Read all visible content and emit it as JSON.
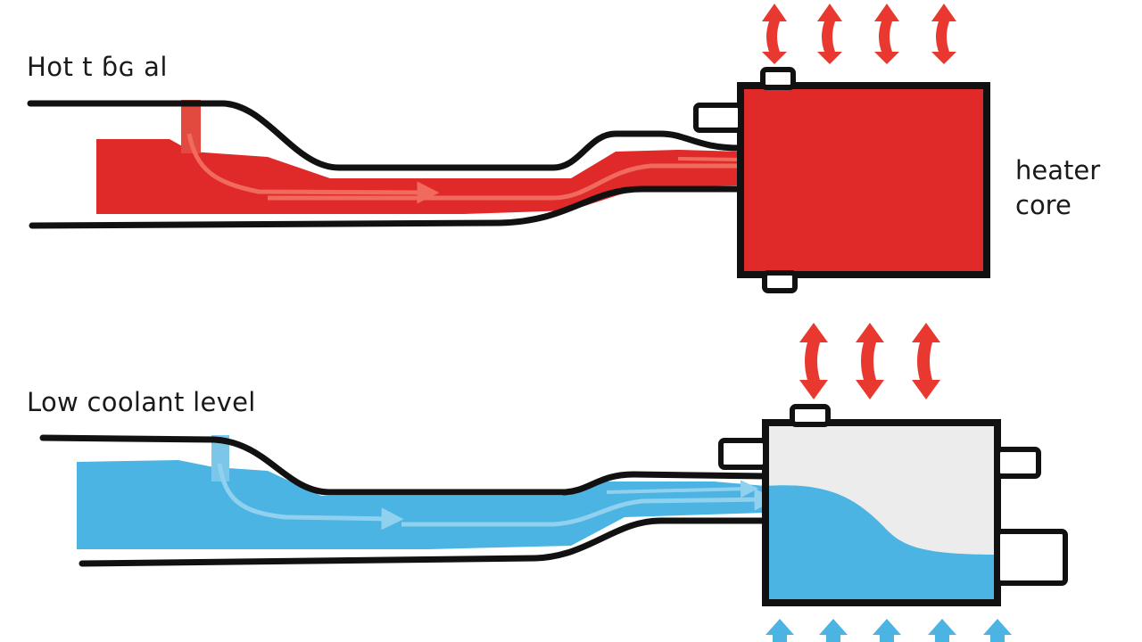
{
  "labels": {
    "top_system": "Hot t ɓɢ al",
    "heater_core_line1": "heater",
    "heater_core_line2": "core",
    "bottom_system": "Low coolant level"
  },
  "colors": {
    "hot_coolant": "#e02a2a",
    "hot_flow": "#f16a5e",
    "cold_coolant": "#4cb4e2",
    "cold_flow": "#8fd1ef",
    "outline": "#111111",
    "empty_core": "#ececec",
    "heat_arrow": "#e8382f",
    "air_arrow": "#4cb4e2"
  },
  "icons": {
    "heat": "double-headed-curved-arrow",
    "air_in": "up-arrow"
  }
}
